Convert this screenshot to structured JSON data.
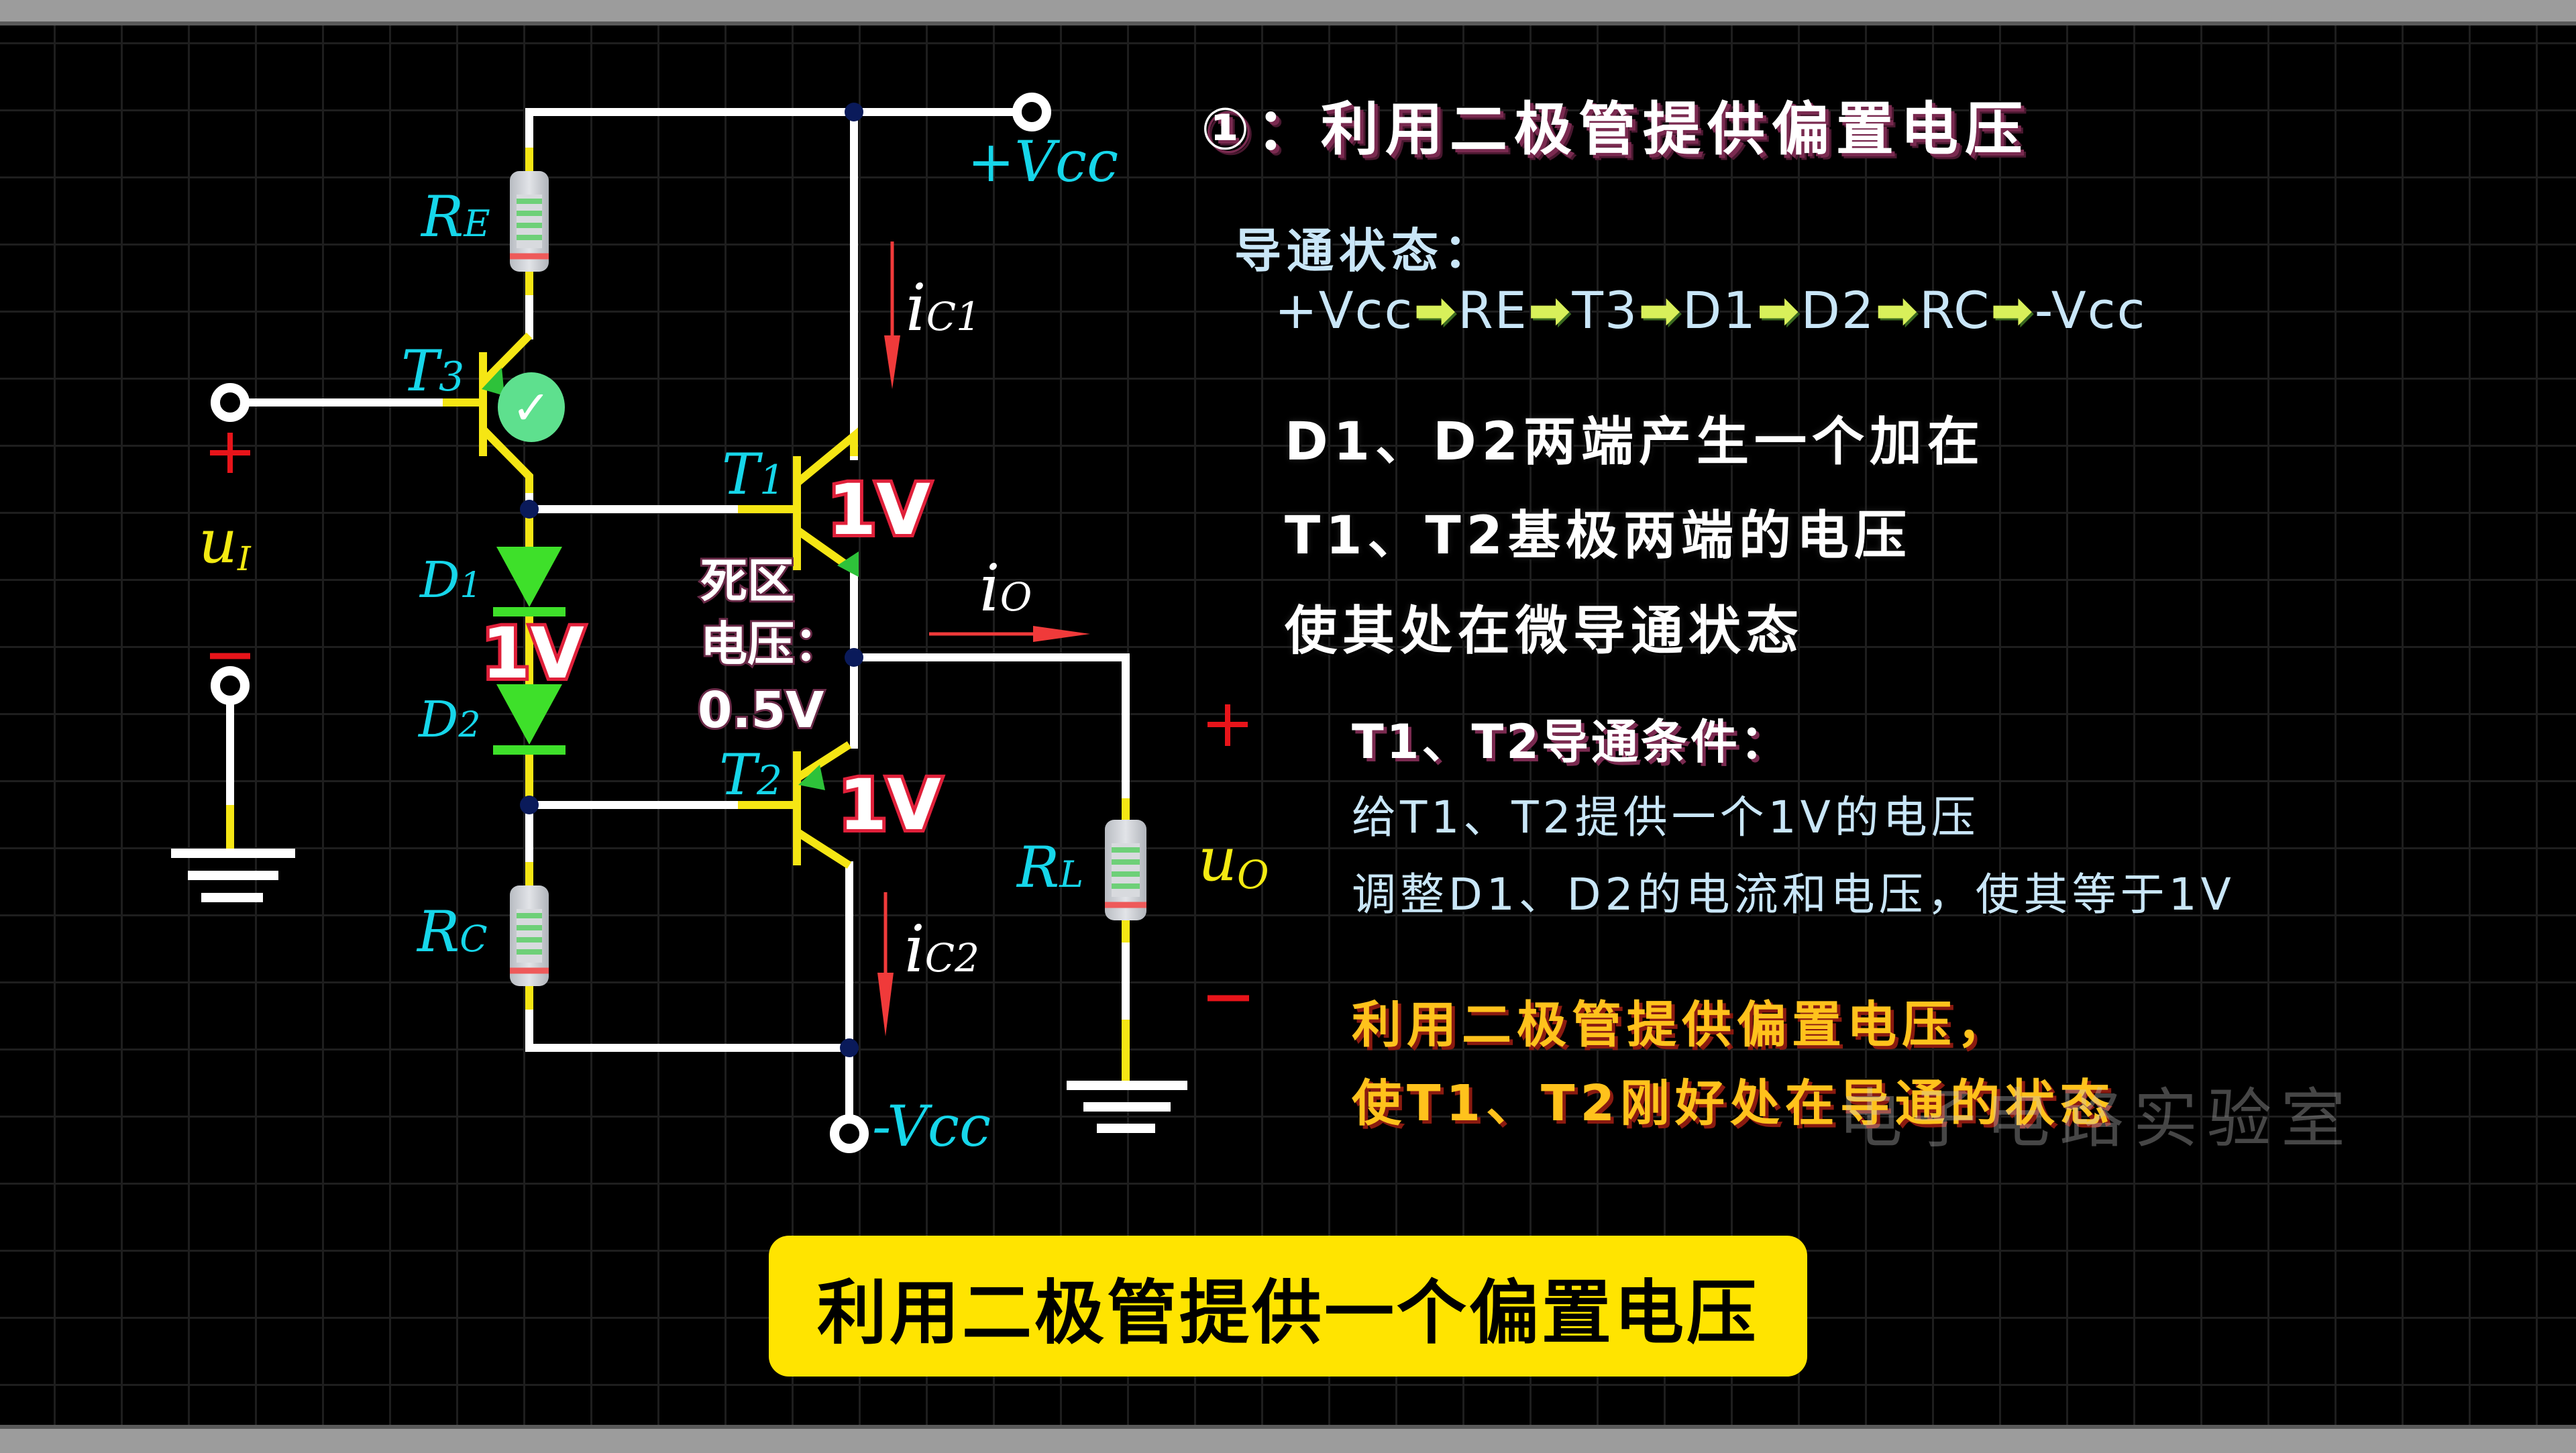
{
  "header": {
    "title": "①：利用二极管提供偏置电压"
  },
  "conduction": {
    "label": "导通状态：",
    "path": [
      "+Vcc",
      "RE",
      "T3",
      "D1",
      "D2",
      "RC",
      "-Vcc"
    ],
    "arrow_glyph": "➡"
  },
  "explanation": {
    "lines": [
      "D1、D2两端产生一个加在",
      "T1、T2基极两端的电压",
      "使其处在微导通状态"
    ]
  },
  "condition": {
    "title": "T1、T2导通条件：",
    "lines": [
      "给T1、T2提供一个1V的电压",
      "调整D1、D2的电流和电压，使其等于1V"
    ]
  },
  "conclusion": {
    "lines": [
      "利用二极管提供偏置电压，",
      "使T1、T2刚好处在导通的状态"
    ]
  },
  "watermark": "电子电路实验室",
  "caption": "利用二极管提供一个偏置电压",
  "circuit": {
    "labels": {
      "vcc_pos": "+Vcc",
      "vcc_neg": "-Vcc",
      "re": "R",
      "re_sub": "E",
      "rc": "R",
      "rc_sub": "C",
      "rl": "R",
      "rl_sub": "L",
      "t1": "T",
      "t1_sub": "1",
      "t2": "T",
      "t2_sub": "2",
      "t3": "T",
      "t3_sub": "3",
      "d1": "D",
      "d1_sub": "1",
      "d2": "D",
      "d2_sub": "2",
      "ic1": "i",
      "ic1_sub": "C1",
      "ic2": "i",
      "ic2_sub": "C2",
      "io": "i",
      "io_sub": "O",
      "ui": "u",
      "ui_sub": "I",
      "uo": "u",
      "uo_sub": "O",
      "plus": "+",
      "minus": "−"
    },
    "voltages": {
      "t1_vbe": "1V",
      "diodes": "1V",
      "t2_vbe": "1V"
    },
    "dead_zone": {
      "line1": "死区",
      "line2": "电压：",
      "line3": "0.5V"
    },
    "status_badge": "✓",
    "colors": {
      "wire": "#ffffff",
      "component_lead": "#f5e614",
      "transistor": "#f5e614",
      "diode": "#3ee02a",
      "label": "#16d6ea",
      "current_arrow": "#f03a3a",
      "junction": "#0a1a5a",
      "badge": "#5ee08e",
      "grid": "#1e1e1e",
      "caption_bg": "#ffe400"
    }
  }
}
